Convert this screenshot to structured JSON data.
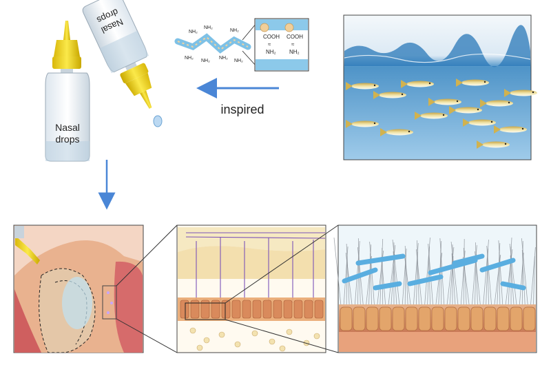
{
  "bottle_upright": {
    "label_line1": "Nasal",
    "label_line2": "drops"
  },
  "bottle_inverted": {
    "label_line1": "Nasal",
    "label_line2": "drops"
  },
  "polymer": {
    "amine_group": "NH₂",
    "carboxyl_group": "COOH",
    "bond_symbol": "≈"
  },
  "arrow_label": "inspired",
  "colors": {
    "arrow": "#4a86d6",
    "water": "#2a78b8",
    "mucus_fiber": "#5aaee0",
    "tissue": "#d98a6c",
    "bottle_cap": "#f3dc18"
  },
  "panels": {
    "top_right": "fish-school-in-water",
    "bottom_left": "nasal-cavity-section",
    "bottom_middle": "olfactory-epithelium",
    "bottom_right": "ciliated-mucosa"
  }
}
